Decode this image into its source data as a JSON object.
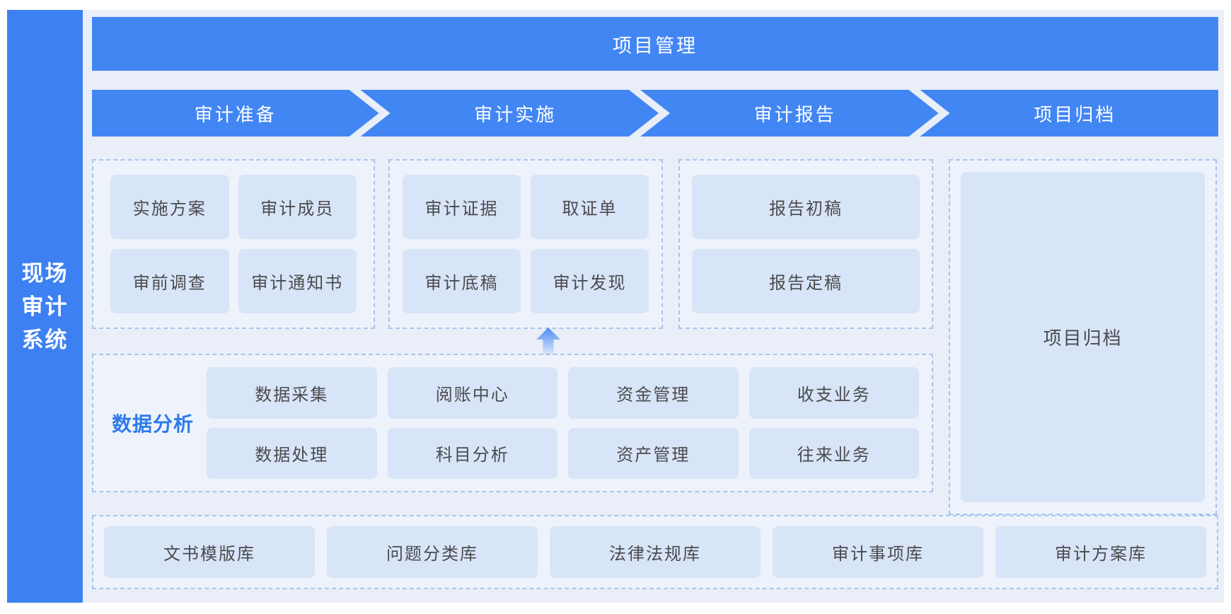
{
  "colors": {
    "primary_blue": "#4286f4",
    "sidebar_blue": "#3d80f2",
    "chip_fill": "#d8e4f7",
    "group_fill": "#eef3fb",
    "dashed_border": "#a9c4ee",
    "page_background": "#e9eef8",
    "chip_text": "#4b4b4f",
    "analysis_label_blue": "#2e7bea"
  },
  "sidebar": {
    "title_lines": [
      "现场",
      "审计",
      "系统"
    ]
  },
  "project_banner": {
    "label": "项目管理"
  },
  "stages": [
    {
      "label": "审计准备"
    },
    {
      "label": "审计实施"
    },
    {
      "label": "审计报告"
    },
    {
      "label": "项目归档"
    }
  ],
  "preparation": {
    "buttons": [
      "实施方案",
      "审计成员",
      "审前调查",
      "审计通知书"
    ]
  },
  "implementation": {
    "buttons": [
      "审计证据",
      "取证单",
      "审计底稿",
      "审计发现"
    ]
  },
  "report": {
    "buttons": [
      "报告初稿",
      "报告定稿"
    ]
  },
  "archive": {
    "label": "项目归档"
  },
  "data_analysis": {
    "label": "数据分析",
    "buttons": [
      "数据采集",
      "阅账中心",
      "资金管理",
      "收支业务",
      "数据处理",
      "科目分析",
      "资产管理",
      "往来业务"
    ]
  },
  "libraries": {
    "buttons": [
      "文书模版库",
      "问题分类库",
      "法律法规库",
      "审计事项库",
      "审计方案库"
    ]
  },
  "icons": {
    "flow_arrow": "up-arrow"
  }
}
